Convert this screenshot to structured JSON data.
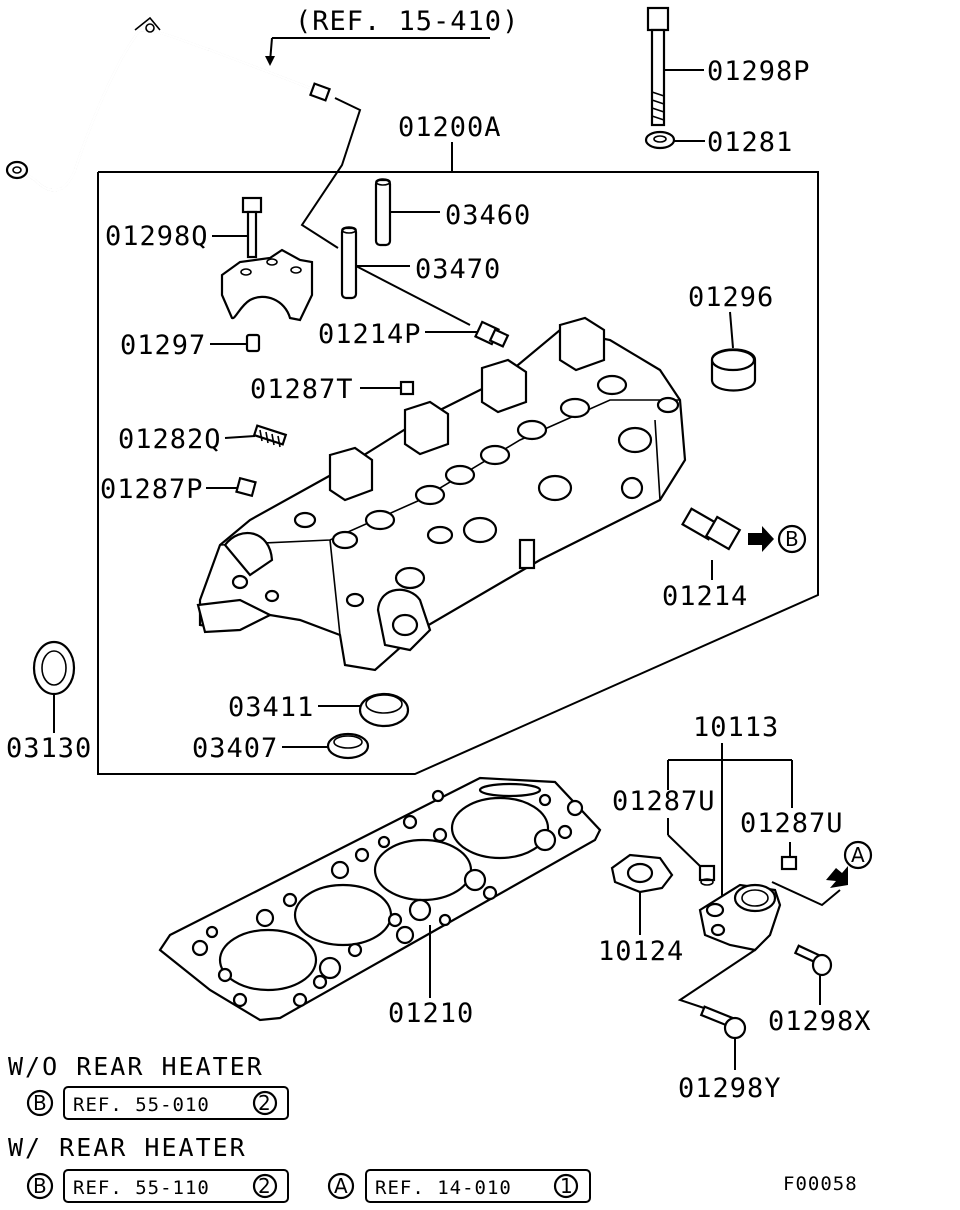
{
  "ref_top": "(REF. 15-410)",
  "labels": {
    "p01298P": "01298P",
    "p01281": "01281",
    "p01200A": "01200A",
    "p03460": "03460",
    "p01298Q": "01298Q",
    "p03470": "03470",
    "p01296": "01296",
    "p01297": "01297",
    "p01214P": "01214P",
    "p01287T": "01287T",
    "p01282Q": "01282Q",
    "p01287P": "01287P",
    "p01214": "01214",
    "p03130": "03130",
    "p03411": "03411",
    "p03407": "03407",
    "p10113": "10113",
    "p01287U_a": "01287U",
    "p01287U_b": "01287U",
    "p10124": "10124",
    "p01210": "01210",
    "p01298X": "01298X",
    "p01298Y": "01298Y"
  },
  "markers": {
    "A": "A",
    "B": "B",
    "one": "1",
    "two": "2"
  },
  "notes": {
    "wo_heater": "W/O REAR HEATER",
    "w_heater": "W/ REAR HEATER",
    "ref_55_010": "REF. 55-010",
    "ref_55_110": "REF. 55-110",
    "ref_14_010": "REF. 14-010"
  },
  "figure_code": "F00058"
}
